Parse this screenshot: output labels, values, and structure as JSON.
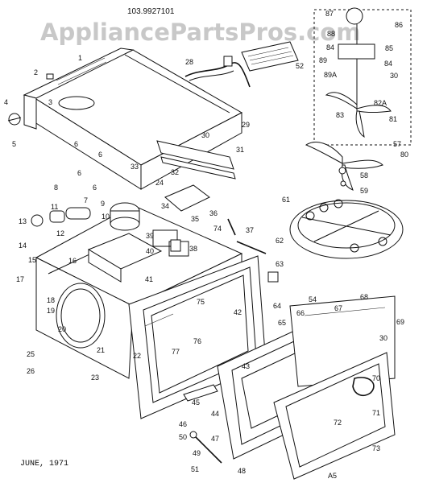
{
  "header": {
    "part_number": "103.9927101"
  },
  "watermark": {
    "text": "AppliancePartsPros.com"
  },
  "footer": {
    "date": "JUNE, 1971",
    "code": "A5"
  },
  "callouts": [
    "1",
    "2",
    "3",
    "4",
    "5",
    "6",
    "6",
    "6",
    "6",
    "7",
    "8",
    "9",
    "10",
    "11",
    "12",
    "13",
    "14",
    "15",
    "16",
    "17",
    "18",
    "19",
    "20",
    "21",
    "22",
    "23",
    "24",
    "25",
    "26",
    "28",
    "29",
    "30",
    "31",
    "32",
    "33",
    "34",
    "35",
    "36",
    "37",
    "38",
    "39",
    "40",
    "41",
    "42",
    "43",
    "44",
    "45",
    "46",
    "47",
    "48",
    "49",
    "50",
    "51",
    "52",
    "54",
    "57",
    "58",
    "59",
    "61",
    "62",
    "63",
    "64",
    "65",
    "66",
    "67",
    "68",
    "69",
    "70",
    "71",
    "72",
    "73",
    "74",
    "75",
    "76",
    "77",
    "80",
    "81",
    "82A",
    "83",
    "84",
    "84",
    "85",
    "86",
    "87",
    "88",
    "89",
    "89A",
    "30",
    "30"
  ]
}
